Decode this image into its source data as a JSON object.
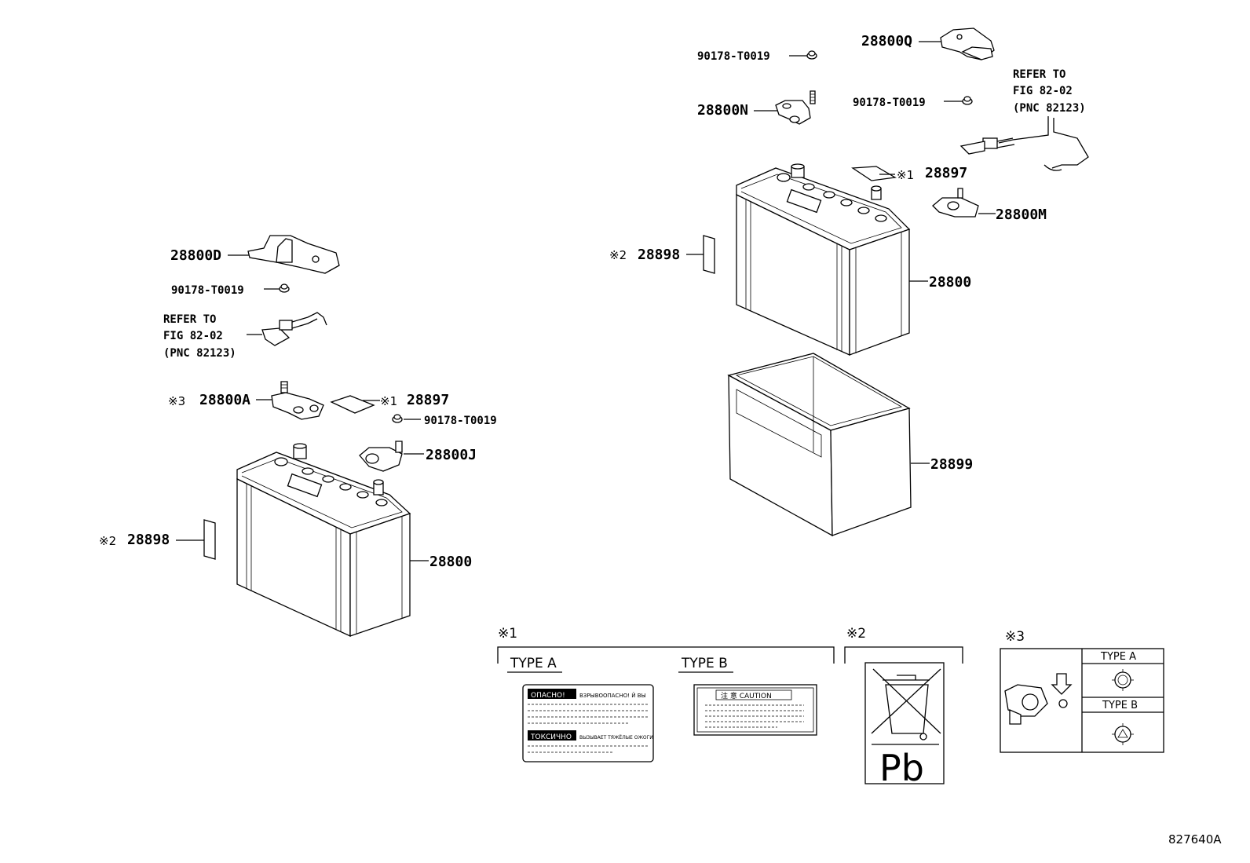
{
  "diagram": {
    "figure_id": "827640A",
    "upper_right": {
      "bolt_1": "90178-T0019",
      "clamp_q": "28800Q",
      "clamp_n": "28800N",
      "bolt_2": "90178-T0019",
      "refer": [
        "REFER TO",
        "FIG 82-02",
        "(PNC 82123)"
      ],
      "label_mark": "※1",
      "label_part": "28897",
      "clamp_m": "28800M",
      "sticker_mark": "※2",
      "sticker_part": "28898",
      "battery": "28800",
      "tray": "28899"
    },
    "left": {
      "clamp_d": "28800D",
      "bolt_1": "90178-T0019",
      "refer": [
        "REFER TO",
        "FIG 82-02",
        "(PNC 82123)"
      ],
      "clamp_a_mark": "※3",
      "clamp_a": "28800A",
      "label_mark": "※1",
      "label_part": "28897",
      "bolt_2": "90178-T0019",
      "clamp_j": "28800J",
      "sticker_mark": "※2",
      "sticker_part": "28898",
      "battery": "28800"
    },
    "legend": {
      "note1": {
        "mark": "※1",
        "type_a": "TYPE A",
        "type_b": "TYPE B",
        "label_a_line1": "ОПАСНО!",
        "label_a_line1_tail": "ВЗРЫВООПАСНО! Й ВЫ",
        "label_a_line2": "ТОКСИЧНО",
        "label_a_line2_tail": "ВЫЗЫВАЕТ ТЯЖЁЛЫЕ ОЖОГИ",
        "label_b_title": "注 意 CAUTION"
      },
      "note2": {
        "mark": "※2",
        "symbol": "Pb"
      },
      "note3": {
        "mark": "※3",
        "type_a": "TYPE A",
        "type_b": "TYPE B"
      }
    }
  }
}
